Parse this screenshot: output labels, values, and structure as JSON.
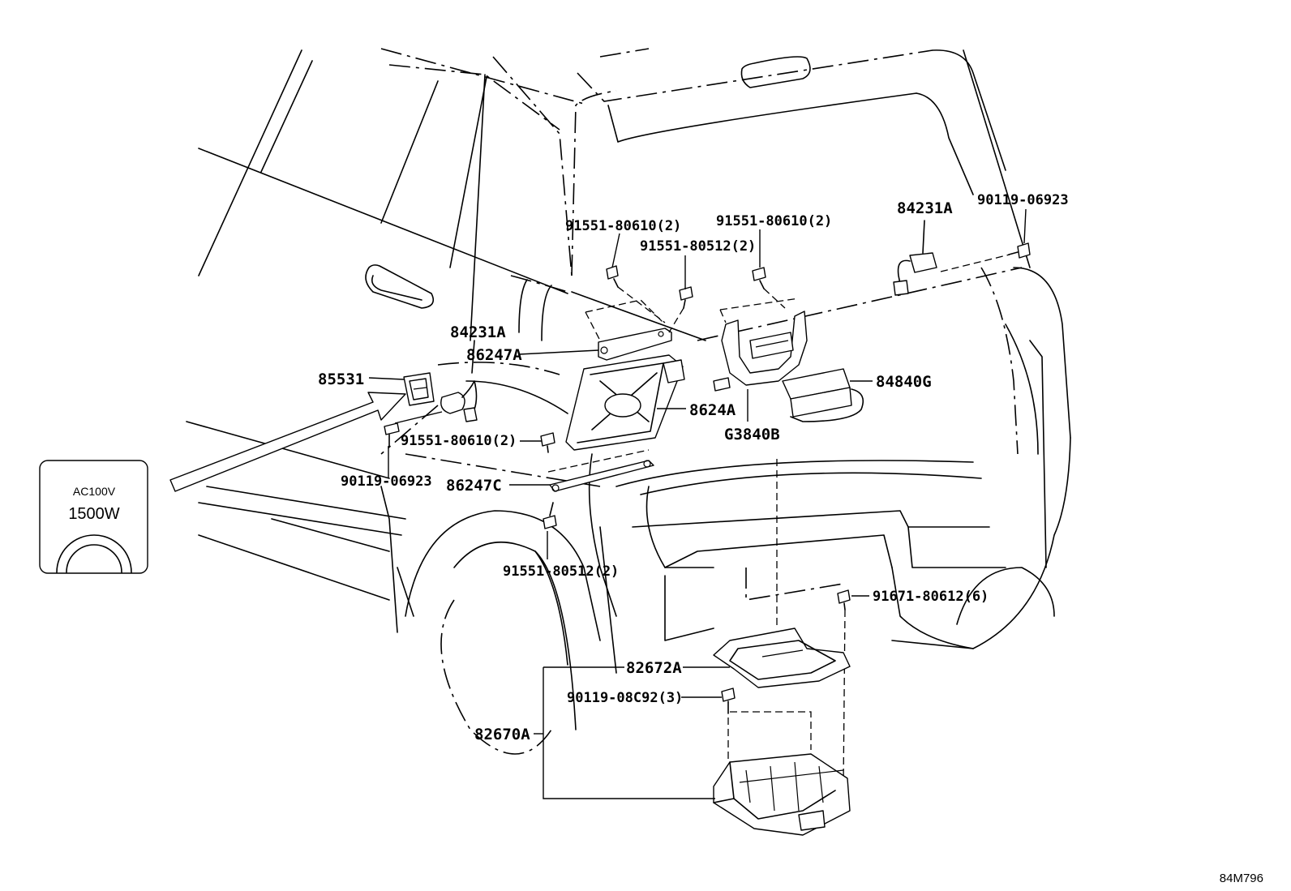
{
  "diagram": {
    "figure_id": "84M796",
    "badge": {
      "voltage": "AC100V",
      "power": "1500W"
    },
    "callouts": {
      "c84231A_left": "84231A",
      "c85531": "85531",
      "c86247A": "86247A",
      "c8624A": "8624A",
      "c84840G": "84840G",
      "cG3840B": "G3840B",
      "c86247C": "86247C",
      "c91551_80610_left": "91551-80610(2)",
      "c91551_80610_upper": "91551-80610(2)",
      "c91551_80610_mid": "91551-80610(2)",
      "c91551_80512_upper": "91551-80512(2)",
      "c91551_80512_lower": "91551-80512(2)",
      "c90119_06923_left": "90119-06923",
      "c90119_06923_right": "90119-06923",
      "c84231A_right": "84231A",
      "c91671_80612": "91671-80612(6)",
      "c82672A": "82672A",
      "c90119_08C92": "90119-08C92(3)",
      "c82670A": "82670A"
    }
  }
}
